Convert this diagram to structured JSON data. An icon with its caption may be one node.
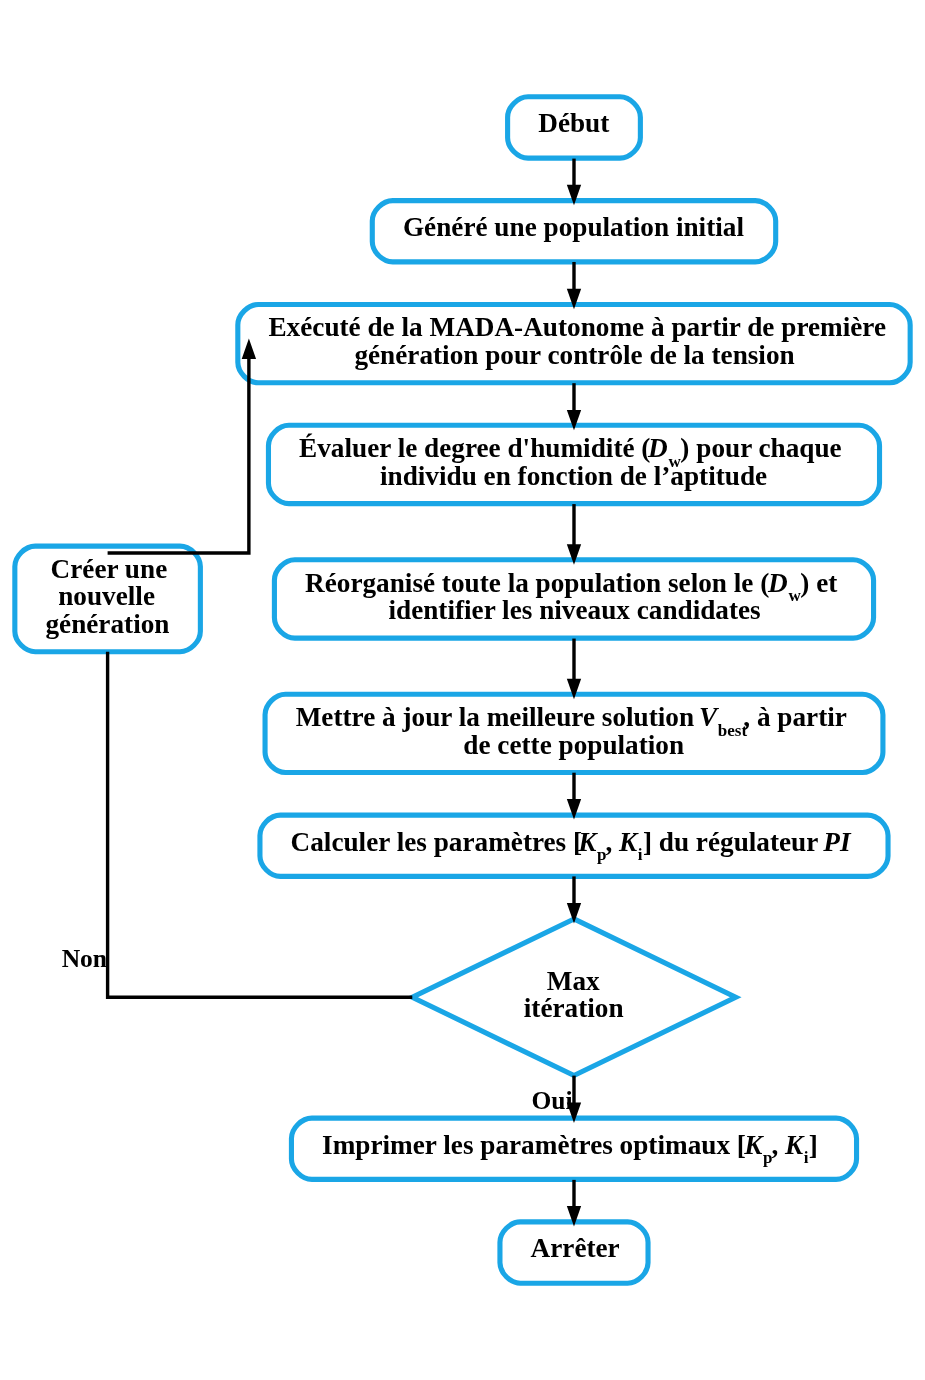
{
  "diagram": {
    "nodes": [
      {
        "text": [
          "Début"
        ]
      },
      {
        "text": [
          "Généré une population initial"
        ]
      },
      {
        "text": [
          "Exécuté de la MADA-Autonome à partir de première génération pour contrôle de la tension"
        ]
      },
      {
        "text": [
          "Évaluer le degree d'humidité (*D*$_{w}$) pour chaque individu en fonction de l’aptitude"
        ]
      },
      {
        "text": [
          "Réorganisé toute la population selon le (*D*$_{w}$) et identifier les niveaux candidates"
        ]
      },
      {
        "text": [
          "Mettre à jour la meilleure solution *V*$_{best}$, à partir de cette population"
        ]
      },
      {
        "text": [
          "Calculer les paramètres [*K*$_{p}$, *K*$_{i}$] du régulateur *PI*"
        ]
      },
      {
        "text": [
          "Max itération"
        ]
      },
      {
        "text": [
          "Créer une nouvelle génération"
        ]
      },
      {
        "text": [
          "Imprimer les paramètres optimaux [*K*$_{p}$, *K*$_{i}$]"
        ]
      },
      {
        "text": [
          "Arrêter"
        ]
      }
    ],
    "edges": [
      {
        "from": 0,
        "to": 1,
        "arrow": "to"
      },
      {
        "from": 1,
        "to": 2,
        "arrow": "to"
      },
      {
        "from": 2,
        "to": 3,
        "arrow": "to"
      },
      {
        "from": 3,
        "to": 4,
        "arrow": "to"
      },
      {
        "from": 4,
        "to": 5,
        "arrow": "to"
      },
      {
        "from": 5,
        "to": 6,
        "arrow": "to"
      },
      {
        "from": 6,
        "to": 7,
        "arrow": "to"
      },
      {
        "from": 7,
        "to": 8,
        "arrow": "none",
        "label": "Non"
      },
      {
        "from": 8,
        "to": 2,
        "arrow": "to"
      },
      {
        "from": 7,
        "to": 9,
        "arrow": "to",
        "label": "Oui"
      },
      {
        "from": 9,
        "to": 10,
        "arrow": "to"
      }
    ]
  }
}
